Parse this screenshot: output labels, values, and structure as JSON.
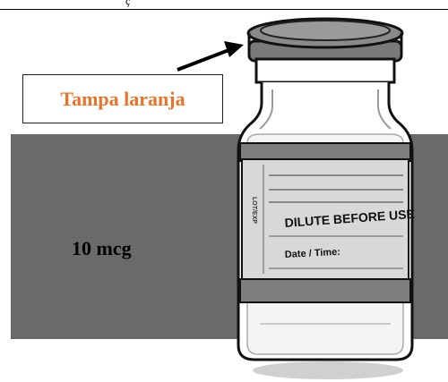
{
  "header": {
    "fragment": "ç"
  },
  "callout": {
    "label": "Tampa laranja",
    "color": "#e8732b"
  },
  "dose": {
    "label": "10 mcg"
  },
  "vial": {
    "label_text": "DILUTE BEFORE USE",
    "date_text": "Date / Time:",
    "lot_text": "LOT/EXP"
  },
  "colors": {
    "band": "#6a6a6a",
    "vial_band": "#7d7d7d",
    "label_bg": "#d8d8d8"
  }
}
